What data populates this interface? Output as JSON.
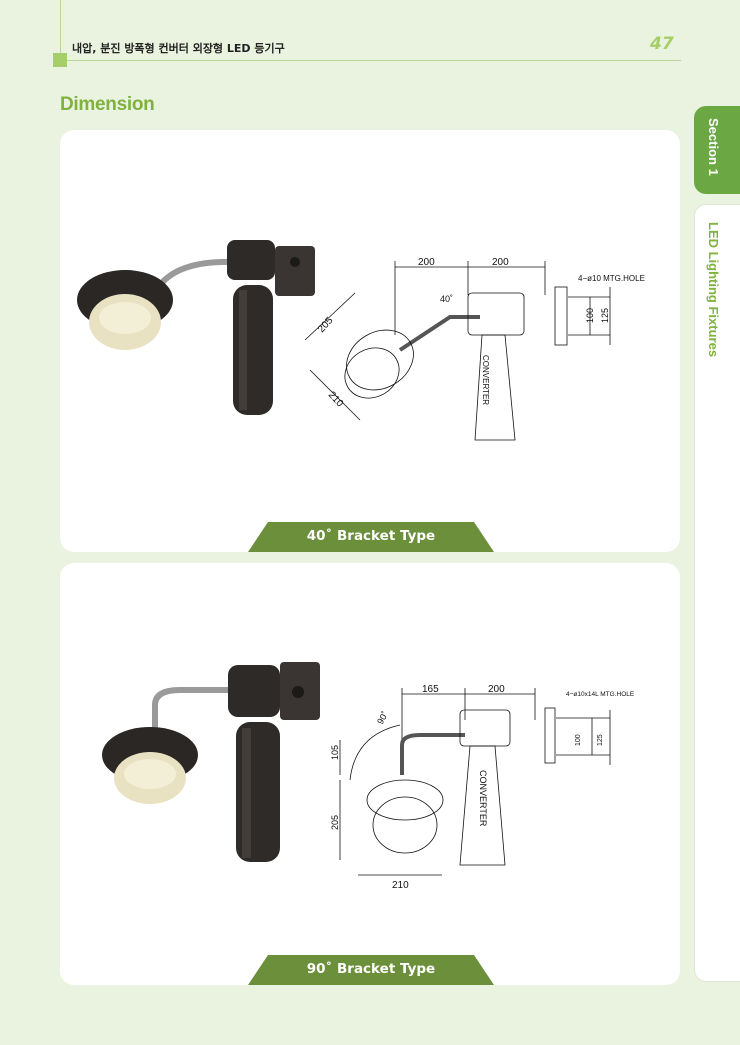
{
  "header": {
    "title": "내압, 분진 방폭형 컨버터 외장형 LED 등기구",
    "page_number": "47"
  },
  "section_title": "Dimension",
  "side_tabs": {
    "section": "Section 1",
    "category": "LED Lighting Fixtures"
  },
  "figures": [
    {
      "caption": "40˚ Bracket Type",
      "dims": {
        "w1": "200",
        "w2": "200",
        "angle": "40˚",
        "d1": "205",
        "d2": "210",
        "hole": "4−ø10 MTG.HOLE",
        "h1": "100",
        "h2": "125",
        "label": "CONVERTER"
      }
    },
    {
      "caption": "90˚ Bracket Type",
      "dims": {
        "w1": "165",
        "w2": "200",
        "angle": "90˚",
        "h_top": "105",
        "h_body": "205",
        "d_bottom": "210",
        "hole": "4−ø10x14L MTG.HOLE",
        "h1": "100",
        "h2": "125",
        "label": "CONVERTER"
      }
    }
  ],
  "colors": {
    "accent_green": "#7fb23e",
    "tab_green": "#6ba843",
    "caption_green": "#6b8f3a",
    "page_bg": "#eaf3df"
  }
}
